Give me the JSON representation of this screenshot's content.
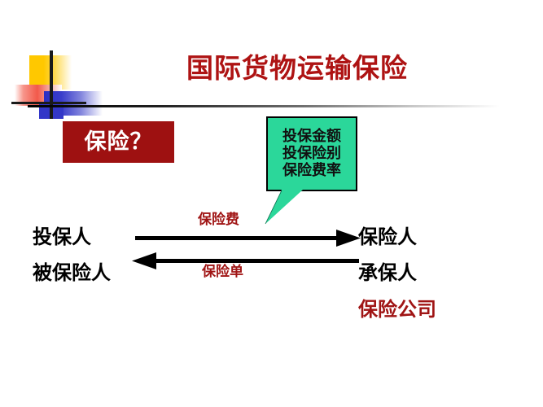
{
  "slide": {
    "title": "国际货物运输保险",
    "title_color": "#AE1313",
    "background_color": "#FFFFFF"
  },
  "question_box": {
    "text": "保险？",
    "background_color": "#9E1111",
    "text_color": "#FFFFFF"
  },
  "callout": {
    "background_color": "#2BD79A",
    "border_color": "#000000",
    "lines": [
      "投保金额",
      "投保险别",
      "保险费率"
    ]
  },
  "diagram": {
    "left_party": {
      "line1": "投保人",
      "line2": "被保险人"
    },
    "right_party": {
      "line1": "保险人",
      "line2": "承保人",
      "line3": "保险公司",
      "line3_color": "#A01515"
    },
    "flows": [
      {
        "label": "保险费",
        "direction": "right",
        "color": "#A01515"
      },
      {
        "label": "保险单",
        "direction": "left",
        "color": "#A01515"
      }
    ]
  },
  "decor": {
    "yellow": "#FFC800",
    "blue": "#2B2FC4",
    "red": "#F2594A",
    "bar": "#1A1A1A"
  }
}
